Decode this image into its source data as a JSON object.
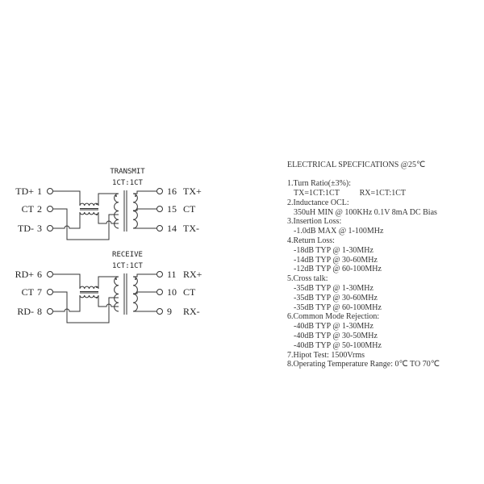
{
  "transmit": {
    "title": "TRANSMIT",
    "ratio": "1CT:1CT",
    "left_pins": [
      {
        "name": "TD+",
        "num": "1"
      },
      {
        "name": "CT",
        "num": "2"
      },
      {
        "name": "TD-",
        "num": "3"
      }
    ],
    "right_pins": [
      {
        "num": "16",
        "name": "TX+"
      },
      {
        "num": "15",
        "name": "CT"
      },
      {
        "num": "14",
        "name": "TX-"
      }
    ]
  },
  "receive": {
    "title": "RECEIVE",
    "ratio": "1CT:1CT",
    "left_pins": [
      {
        "name": "RD+",
        "num": "6"
      },
      {
        "name": "CT",
        "num": "7"
      },
      {
        "name": "RD-",
        "num": "8"
      }
    ],
    "right_pins": [
      {
        "num": "11",
        "name": "RX+"
      },
      {
        "num": "10",
        "name": "CT"
      },
      {
        "num": "9",
        "name": "RX-"
      }
    ]
  },
  "specs": {
    "title": "ELECTRICAL SPECFICATIONS @25℃",
    "lines": [
      {
        "text": "1.Turn Ratio(±3%):",
        "indent": false
      },
      {
        "text": "TX=1CT:1CT          RX=1CT:1CT",
        "indent": true
      },
      {
        "text": "2.Inductance OCL:",
        "indent": false
      },
      {
        "text": "350uH MIN @ 100KHz 0.1V 8mA DC Bias",
        "indent": true
      },
      {
        "text": "3.Insertion Loss:",
        "indent": false
      },
      {
        "text": "-1.0dB MAX @ 1-100MHz",
        "indent": true
      },
      {
        "text": "4.Return Loss:",
        "indent": false
      },
      {
        "text": "-18dB TYP @ 1-30MHz",
        "indent": true
      },
      {
        "text": "-14dB TYP @ 30-60MHz",
        "indent": true
      },
      {
        "text": "-12dB TYP @ 60-100MHz",
        "indent": true
      },
      {
        "text": "5.Cross talk:",
        "indent": false
      },
      {
        "text": "-35dB TYP @ 1-30MHz",
        "indent": true
      },
      {
        "text": "-35dB TYP @ 30-60MHz",
        "indent": true
      },
      {
        "text": "-35dB TYP @ 60-100MHz",
        "indent": true
      },
      {
        "text": "6.Common Mode Rejection:",
        "indent": false
      },
      {
        "text": "-40dB TYP @ 1-30MHz",
        "indent": true
      },
      {
        "text": "-40dB TYP @ 30-50MHz",
        "indent": true
      },
      {
        "text": "-40dB TYP @ 50-100MHz",
        "indent": true
      },
      {
        "text": "7.Hipot Test: 1500Vrms",
        "indent": false
      },
      {
        "text": "8.Operating Temperature Range: 0℃ TO 70℃",
        "indent": false
      }
    ]
  }
}
